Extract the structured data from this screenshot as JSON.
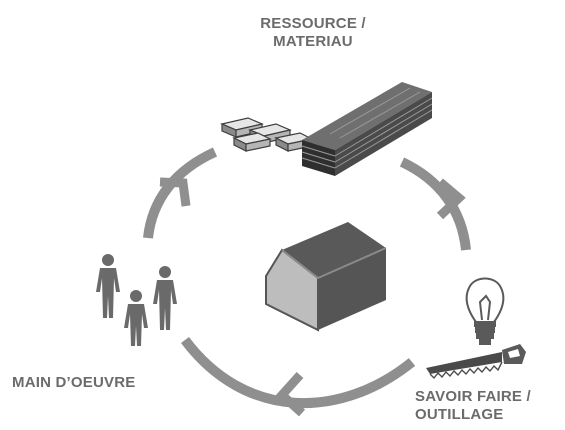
{
  "labels": {
    "resource": {
      "line1": "RESSOURCE /",
      "line2": "MATERIAU"
    },
    "savoir": {
      "line1": "SAVOIR FAIRE /",
      "line2": "OUTILLAGE"
    },
    "main": {
      "line1": "MAIN D’OEUVRE"
    }
  },
  "colors": {
    "label": "#6b6b6b",
    "cycle_arrow": "#8f8f8f",
    "house_dark": "#555555",
    "house_light": "#bdbdbd",
    "wood": "#5e5e5e",
    "figures": "#6a6a6a"
  },
  "icons": [
    "bricks-icon",
    "wood-planks-icon",
    "house-icon",
    "lightbulb-icon",
    "saw-icon",
    "workers-icon"
  ]
}
